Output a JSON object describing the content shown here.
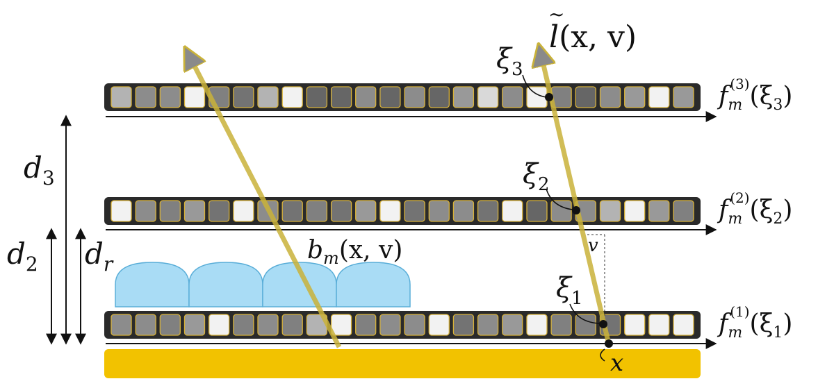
{
  "colors": {
    "band": "#2a2a2a",
    "cell_border": "#d8b23a",
    "ray": "#c9b23a",
    "ray_head": "#8a8a8a",
    "backlight": "#f2c200",
    "lens_fill": "#a9dcf5",
    "lens_stroke": "#5aaed8",
    "axis": "#111111"
  },
  "layers": [
    {
      "id": "layer-3",
      "label_main": "f",
      "label_sub": "m",
      "label_sup": "(3)",
      "label_arg": "(ξ",
      "label_arg_sub": "3",
      "label_close": ")",
      "cells": [
        0.7,
        0.55,
        0.55,
        0.95,
        0.5,
        0.45,
        0.7,
        0.95,
        0.4,
        0.4,
        0.55,
        0.4,
        0.55,
        0.4,
        0.6,
        0.85,
        0.55,
        0.95,
        0.5,
        0.4,
        0.55,
        0.6,
        0.95,
        0.6
      ]
    },
    {
      "id": "layer-2",
      "label_main": "f",
      "label_sub": "m",
      "label_sup": "(2)",
      "label_arg": "(ξ",
      "label_arg_sub": "2",
      "label_close": ")",
      "cells": [
        0.95,
        0.55,
        0.5,
        0.6,
        0.45,
        0.95,
        0.55,
        0.45,
        0.5,
        0.45,
        0.6,
        0.95,
        0.45,
        0.55,
        0.55,
        0.45,
        0.95,
        0.4,
        0.55,
        0.55,
        0.7,
        0.95,
        0.6,
        0.5
      ]
    },
    {
      "id": "layer-1",
      "label_main": "f",
      "label_sub": "m",
      "label_sup": "(1)",
      "label_arg": "(ξ",
      "label_arg_sub": "1",
      "label_close": ")",
      "cells": [
        0.55,
        0.55,
        0.5,
        0.6,
        0.95,
        0.5,
        0.55,
        0.5,
        0.7,
        0.95,
        0.5,
        0.55,
        0.55,
        0.95,
        0.45,
        0.55,
        0.6,
        0.95,
        0.5,
        0.5,
        0.45,
        0.95,
        0.95,
        0.95
      ]
    }
  ],
  "labels": {
    "ltilde_main": "l",
    "ltilde_tilde": "~",
    "ltilde_args": "(x, v)",
    "bm_main": "b",
    "bm_sub": "m",
    "bm_args": "(x, v)",
    "xi_main": "ξ",
    "xi1_sub": "1",
    "xi2_sub": "2",
    "xi3_sub": "3",
    "v_label": "v",
    "x_label": "x",
    "d3_main": "d",
    "d3_sub": "3",
    "d2_main": "d",
    "d2_sub": "2",
    "dr_main": "d",
    "dr_sub": "r"
  }
}
